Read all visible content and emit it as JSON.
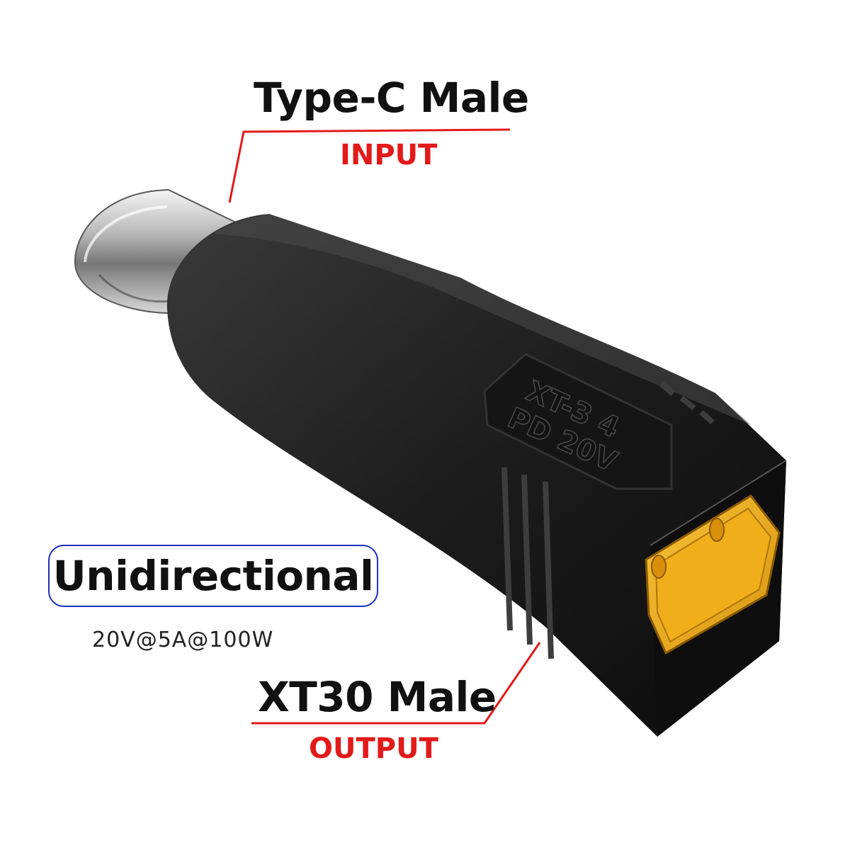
{
  "labels": {
    "input_connector": "Type-C Male",
    "input_role": "INPUT",
    "output_connector": "XT30 Male",
    "output_role": "OUTPUT",
    "direction": "Unidirectional",
    "rating": "20V@5A@100W",
    "body_marking_line1": "XT-3 4",
    "body_marking_line2": "PD 20V"
  },
  "colors": {
    "accent_red": "#e31a1a",
    "badge_blue": "#1c2fb8",
    "body_black": "#1b1b1b",
    "connector_yellow": "#f0ae1a"
  }
}
